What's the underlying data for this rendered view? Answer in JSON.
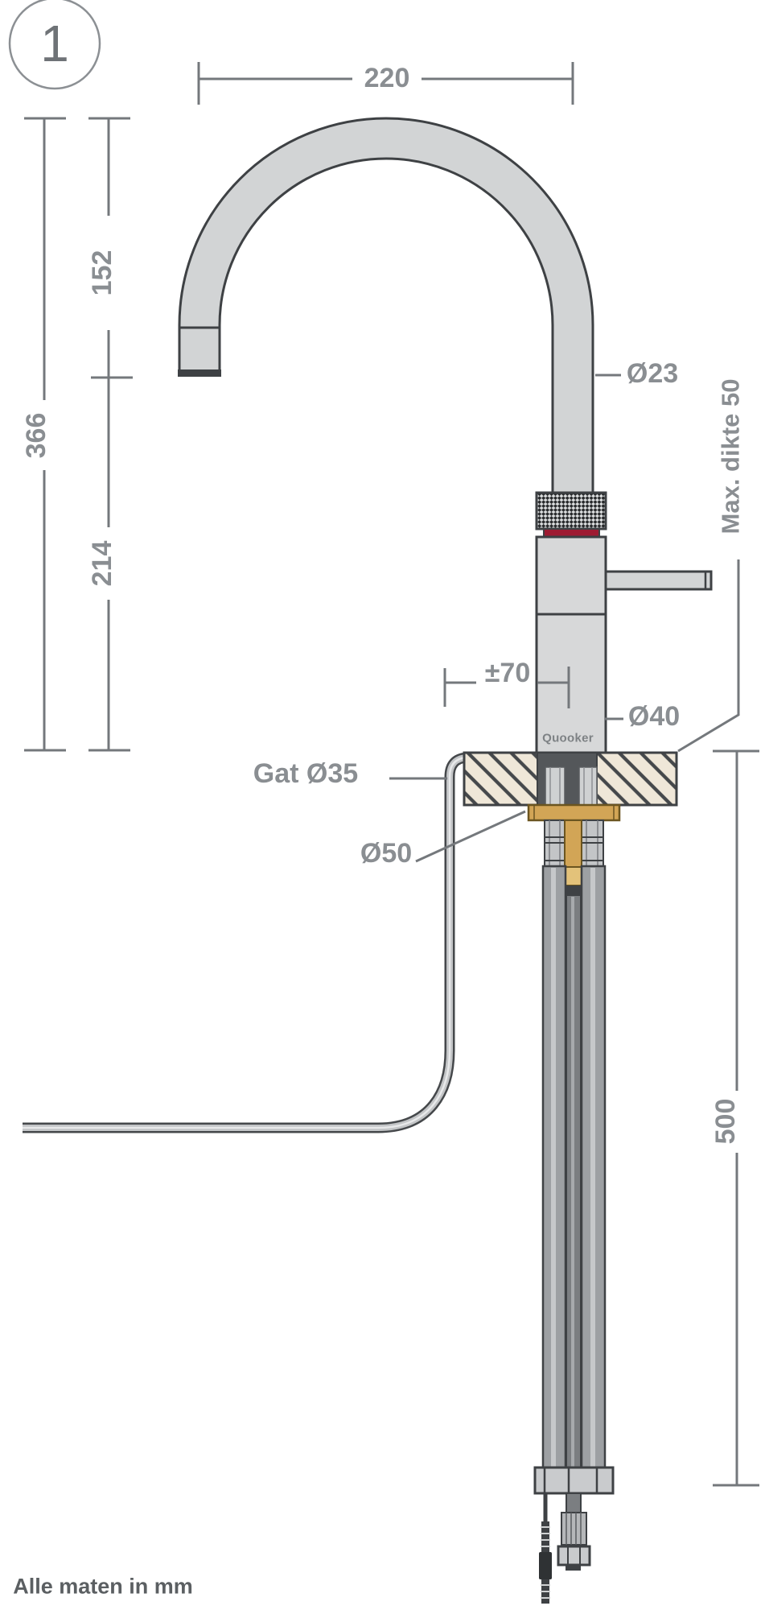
{
  "figure": {
    "number": "1"
  },
  "brand_label": "Quooker",
  "footer_note": "Alle maten in mm",
  "dimensions": {
    "spout_reach": "220",
    "spout_drop": "152",
    "total_height": "366",
    "body_height": "214",
    "spout_diameter": "Ø23",
    "max_worktop_thickness": "Max. dikte 50",
    "handle_offset": "±70",
    "body_diameter": "Ø40",
    "hole_diameter": "Gat Ø35",
    "flange_diameter": "Ø50",
    "under_counter_depth": "500"
  },
  "colors": {
    "outline": "#3e4144",
    "dimension": "#74787c",
    "dim_text": "#8a8e92",
    "red_ring": "#9e1b32",
    "brass": "#d2a556",
    "countertop": "#efe7d8",
    "metal_light": "#d2d4d5",
    "metal_mid": "#9da0a3",
    "dark_text": "#5b5f62"
  }
}
